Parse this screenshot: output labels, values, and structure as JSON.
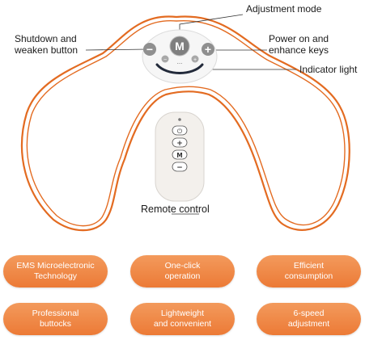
{
  "device": {
    "center_button": "M",
    "minus_key": "−",
    "plus_key": "+",
    "small_minus": "−",
    "small_plus": "+",
    "indicator_dots": "..."
  },
  "remote": {
    "buttons": [
      "⏻",
      "+",
      "M",
      "−"
    ],
    "label": "Remote control"
  },
  "callouts": {
    "adjustment_mode": "Adjustment mode",
    "shutdown": "Shutdown and\nweaken button",
    "power_on": "Power on and\nenhance keys",
    "indicator": "Indicator light"
  },
  "features": [
    "EMS Microelectronic\nTechnology",
    "One-click\noperation",
    "Efficient\nconsumption",
    "Professional\nbuttocks",
    "Lightweight\nand convenient",
    "6-speed\nadjustment"
  ],
  "colors": {
    "pad_outline": "#e36b21",
    "pill": "#ee8240",
    "device_body": "#f4f4f4",
    "button_grey": "#9a9a9a"
  }
}
